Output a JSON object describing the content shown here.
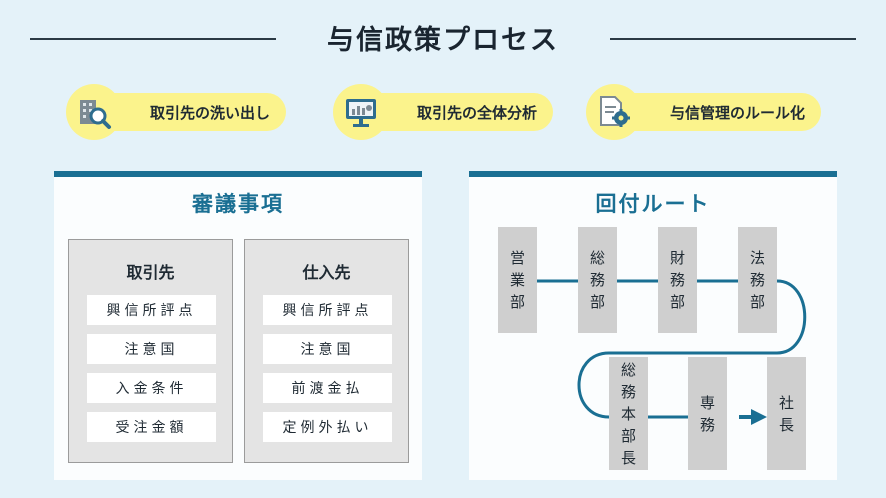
{
  "title": "与信政策プロセス",
  "steps": [
    {
      "label": "取引先の洗い出し",
      "icon": "building-magnifier-icon"
    },
    {
      "label": "取引先の全体分析",
      "icon": "monitor-chart-icon"
    },
    {
      "label": "与信管理のルール化",
      "icon": "document-gear-icon"
    }
  ],
  "review": {
    "title": "審議事項",
    "columns": [
      {
        "title": "取引先",
        "items": [
          "興信所評点",
          "注意国",
          "入金条件",
          "受注金額"
        ]
      },
      {
        "title": "仕入先",
        "items": [
          "興信所評点",
          "注意国",
          "前渡金払",
          "定例外払い"
        ]
      }
    ]
  },
  "route": {
    "title": "回付ルート",
    "nodes": [
      "営業部",
      "総務部",
      "財務部",
      "法務部",
      "総務本部長",
      "専務",
      "社長"
    ]
  },
  "colors": {
    "background": "#e4f2f9",
    "accent": "#1a6f93",
    "step_fill": "#fbf38c",
    "box_gray": "#cfcfcf"
  }
}
